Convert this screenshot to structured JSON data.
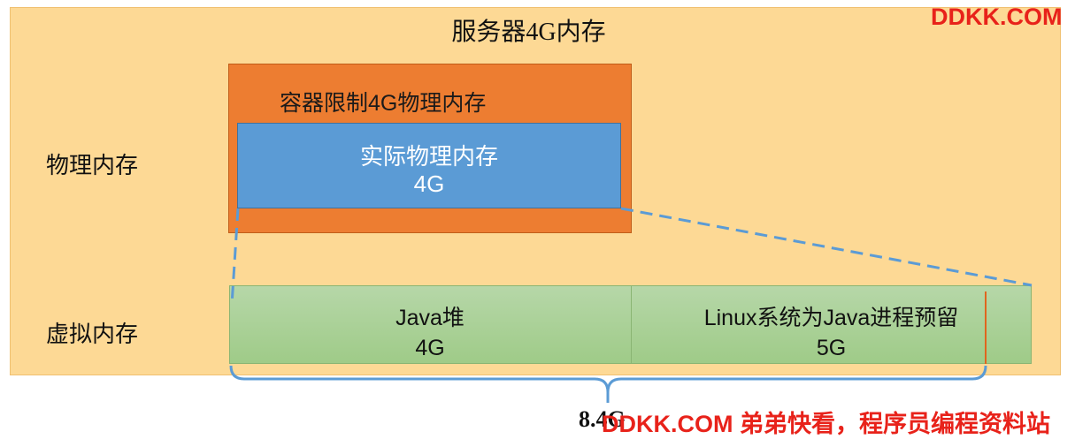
{
  "server": {
    "title": "服务器4G内存"
  },
  "labels": {
    "physical": "物理内存",
    "virtual": "虚拟内存"
  },
  "container": {
    "label": "容器限制4G物理内存"
  },
  "actual_memory": {
    "title": "实际物理内存",
    "size": "4G"
  },
  "virtual_segments": [
    {
      "title": "Java堆",
      "size": "4G"
    },
    {
      "title": "Linux系统为Java进程预留",
      "size": "5G"
    }
  ],
  "brace": {
    "label": "8.4G"
  },
  "watermarks": {
    "top": "DDKK.COM",
    "bottom": "DDKK.COM 弟弟快看，程序员编程资料站"
  },
  "colors": {
    "server_bg": "#fdd995",
    "container": "#ed7d31",
    "actual_memory": "#5b9bd5",
    "virtual_bar": "#a9d18e",
    "dashed_lines": "#5b9bd5",
    "watermark": "#e8221a"
  }
}
